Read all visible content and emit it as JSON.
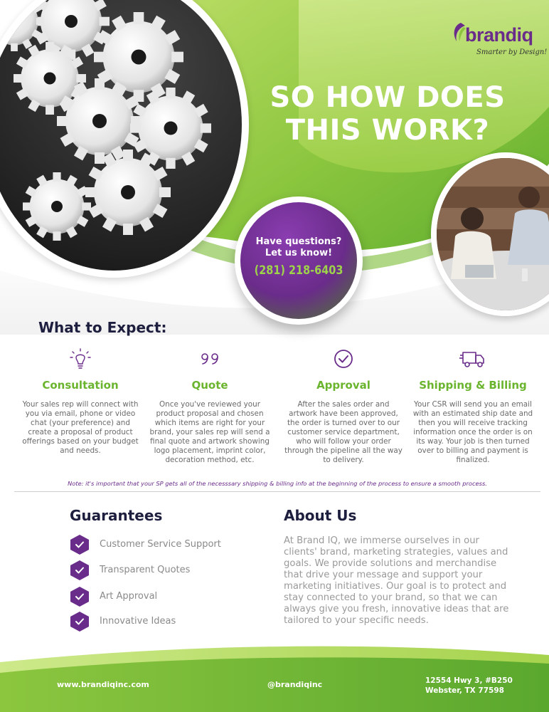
{
  "brand": {
    "name": "brandiq",
    "tagline": "Smarter by Design!",
    "purple": "#6a2c8a",
    "green": "#6ab42e",
    "navy": "#1e1e3f"
  },
  "hero": {
    "title_line1": "SO HOW DOES",
    "title_line2": "THIS WORK?",
    "cta_line1": "Have questions?",
    "cta_line2": "Let us know!",
    "cta_phone": "(281) 218-6403"
  },
  "expect": {
    "title": "What to Expect:",
    "steps": [
      {
        "icon": "lightbulb-icon",
        "title": "Consultation",
        "text": "Your sales rep will connect with you via email, phone or video chat (your preference) and create a proposal of product offerings based on your budget and needs."
      },
      {
        "icon": "quote-icon",
        "title": "Quote",
        "text": "Once you've reviewed your product proposal and chosen which items are right for your brand, your sales rep will send a final quote and artwork showing logo placement, imprint color, decoration method, etc."
      },
      {
        "icon": "check-circle-icon",
        "title": "Approval",
        "text": "After the sales order and artwork have been approved, the order is turned over to our customer service department, who will follow your order through the pipeline all the way to delivery."
      },
      {
        "icon": "truck-icon",
        "title": "Shipping & Billing",
        "text": "Your CSR will send you an email with an estimated ship date and then you will receive tracking information once the order is on its way. Your job is then turned over to billing and payment is finalized."
      }
    ],
    "note": "Note: it's important that your SP gets all of the necesssary shipping & billing info at the beginning of the process to ensure a smooth process."
  },
  "guarantees": {
    "title": "Guarantees",
    "items": [
      "Customer Service Support",
      "Transparent Quotes",
      "Art Approval",
      "Innovative Ideas"
    ]
  },
  "about": {
    "title": "About Us",
    "text": " At Brand IQ, we immerse ourselves in our clients' brand, marketing strategies, values and goals. We provide solutions and merchandise that drive your message and support your marketing initiatives. Our goal is to protect and stay connected to your brand, so that we can always give you fresh, innovative ideas that are tailored to your specific needs."
  },
  "footer": {
    "website": "www.brandiqinc.com",
    "social": "@brandiqinc",
    "address_line1": "12554 Hwy 3, #B250",
    "address_line2": "Webster, TX 77598"
  }
}
